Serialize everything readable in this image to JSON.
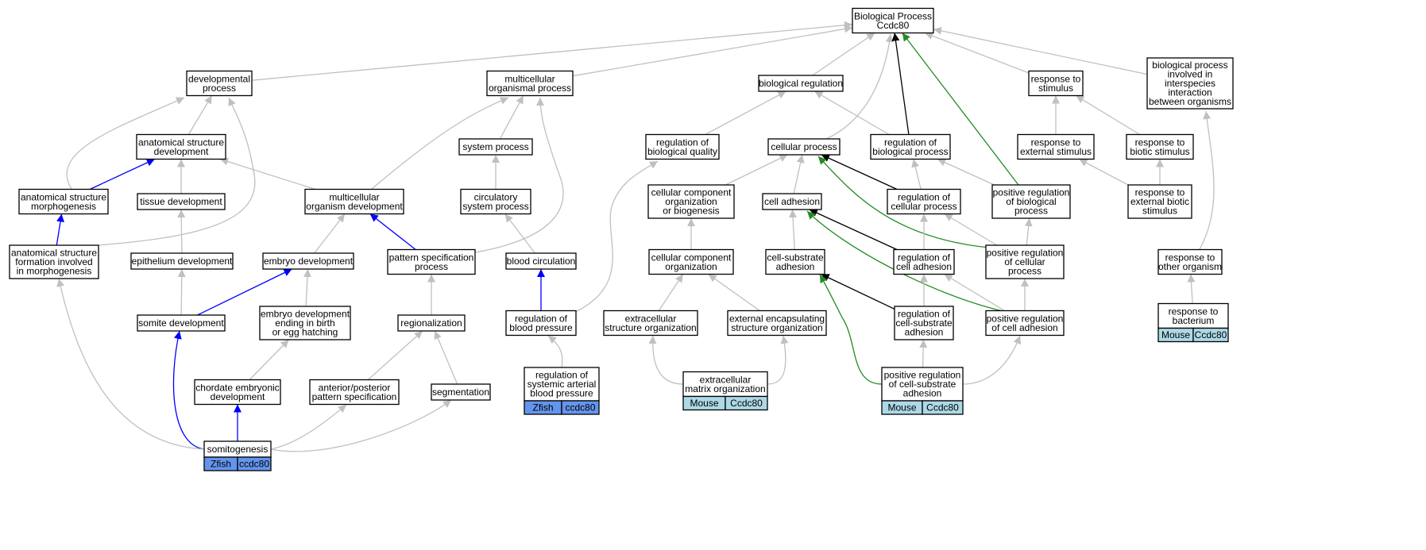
{
  "colors": {
    "edge_gray": "#c0c0c0",
    "edge_black": "#000000",
    "edge_blue": "#0000ff",
    "edge_green": "#228b22",
    "mouse_tag": "#add8e6",
    "zfish_tag": "#6495ed"
  },
  "nodes": {
    "biological_process": [
      "Biological Process",
      "Ccdc80"
    ],
    "developmental_process": [
      "developmental",
      "process"
    ],
    "multicellular_organismal_process": [
      "multicellular",
      "organismal process"
    ],
    "biological_regulation": [
      "biological regulation"
    ],
    "response_to_stimulus": [
      "response to",
      "stimulus"
    ],
    "interspecies_interaction": [
      "biological process",
      "involved in",
      "interspecies",
      "interaction",
      "between organisms"
    ],
    "anatomical_structure_development": [
      "anatomical structure",
      "development"
    ],
    "system_process": [
      "system process"
    ],
    "regulation_of_biological_quality": [
      "regulation of",
      "biological quality"
    ],
    "cellular_process": [
      "cellular process"
    ],
    "regulation_of_biological_process": [
      "regulation of",
      "biological process"
    ],
    "response_to_external_stimulus": [
      "response to",
      "external stimulus"
    ],
    "response_to_biotic_stimulus": [
      "response to",
      "biotic stimulus"
    ],
    "anatomical_structure_morphogenesis": [
      "anatomical structure",
      "morphogenesis"
    ],
    "tissue_development": [
      "tissue development"
    ],
    "multicellular_organism_development": [
      "multicellular",
      "organism development"
    ],
    "circulatory_system_process": [
      "circulatory",
      "system process"
    ],
    "cellular_component_organization_or_biogenesis": [
      "cellular component",
      "organization",
      "or biogenesis"
    ],
    "cell_adhesion": [
      "cell adhesion"
    ],
    "regulation_of_cellular_process": [
      "regulation of",
      "cellular process"
    ],
    "positive_regulation_of_biological_process": [
      "positive regulation",
      "of biological",
      "process"
    ],
    "response_to_external_biotic_stimulus": [
      "response to",
      "external biotic",
      "stimulus"
    ],
    "anatomical_structure_formation": [
      "anatomical structure",
      "formation involved",
      "in morphogenesis"
    ],
    "epithelium_development": [
      "epithelium development"
    ],
    "embryo_development": [
      "embryo development"
    ],
    "pattern_specification_process": [
      "pattern specification",
      "process"
    ],
    "blood_circulation": [
      "blood circulation"
    ],
    "cellular_component_organization": [
      "cellular component",
      "organization"
    ],
    "cell_substrate_adhesion": [
      "cell-substrate",
      "adhesion"
    ],
    "regulation_of_cell_adhesion": [
      "regulation of",
      "cell adhesion"
    ],
    "positive_regulation_of_cellular_process": [
      "positive regulation",
      "of cellular",
      "process"
    ],
    "response_to_other_organism": [
      "response to",
      "other organism"
    ],
    "somite_development": [
      "somite development"
    ],
    "embryo_development_ending_in_birth": [
      "embryo development",
      "ending in birth",
      "or egg hatching"
    ],
    "regionalization": [
      "regionalization"
    ],
    "regulation_of_blood_pressure": [
      "regulation of",
      "blood pressure"
    ],
    "extracellular_structure_organization": [
      "extracellular",
      "structure organization"
    ],
    "external_encapsulating_structure_organization": [
      "external encapsulating",
      "structure organization"
    ],
    "regulation_of_cell_substrate_adhesion": [
      "regulation of",
      "cell-substrate",
      "adhesion"
    ],
    "positive_regulation_of_cell_adhesion": [
      "positive regulation",
      "of cell adhesion"
    ],
    "response_to_bacterium": [
      "response to",
      "bacterium"
    ],
    "chordate_embryonic_development": [
      "chordate embryonic",
      "development"
    ],
    "anterior_posterior_pattern_specification": [
      "anterior/posterior",
      "pattern specification"
    ],
    "segmentation": [
      "segmentation"
    ],
    "regulation_of_systemic_arterial_blood_pressure": [
      "regulation of",
      "systemic arterial",
      "blood pressure"
    ],
    "extracellular_matrix_organization": [
      "extracellular",
      "matrix organization"
    ],
    "positive_regulation_of_cell_substrate_adhesion": [
      "positive regulation",
      "of cell-substrate",
      "adhesion"
    ],
    "somitogenesis": [
      "somitogenesis"
    ]
  },
  "tags": {
    "response_to_bacterium": [
      "Mouse",
      "Ccdc80"
    ],
    "regulation_of_systemic_arterial_blood_pressure": [
      "Zfish",
      "ccdc80"
    ],
    "extracellular_matrix_organization": [
      "Mouse",
      "Ccdc80"
    ],
    "positive_regulation_of_cell_substrate_adhesion": [
      "Mouse",
      "Ccdc80"
    ],
    "somitogenesis": [
      "Zfish",
      "ccdc80"
    ]
  }
}
